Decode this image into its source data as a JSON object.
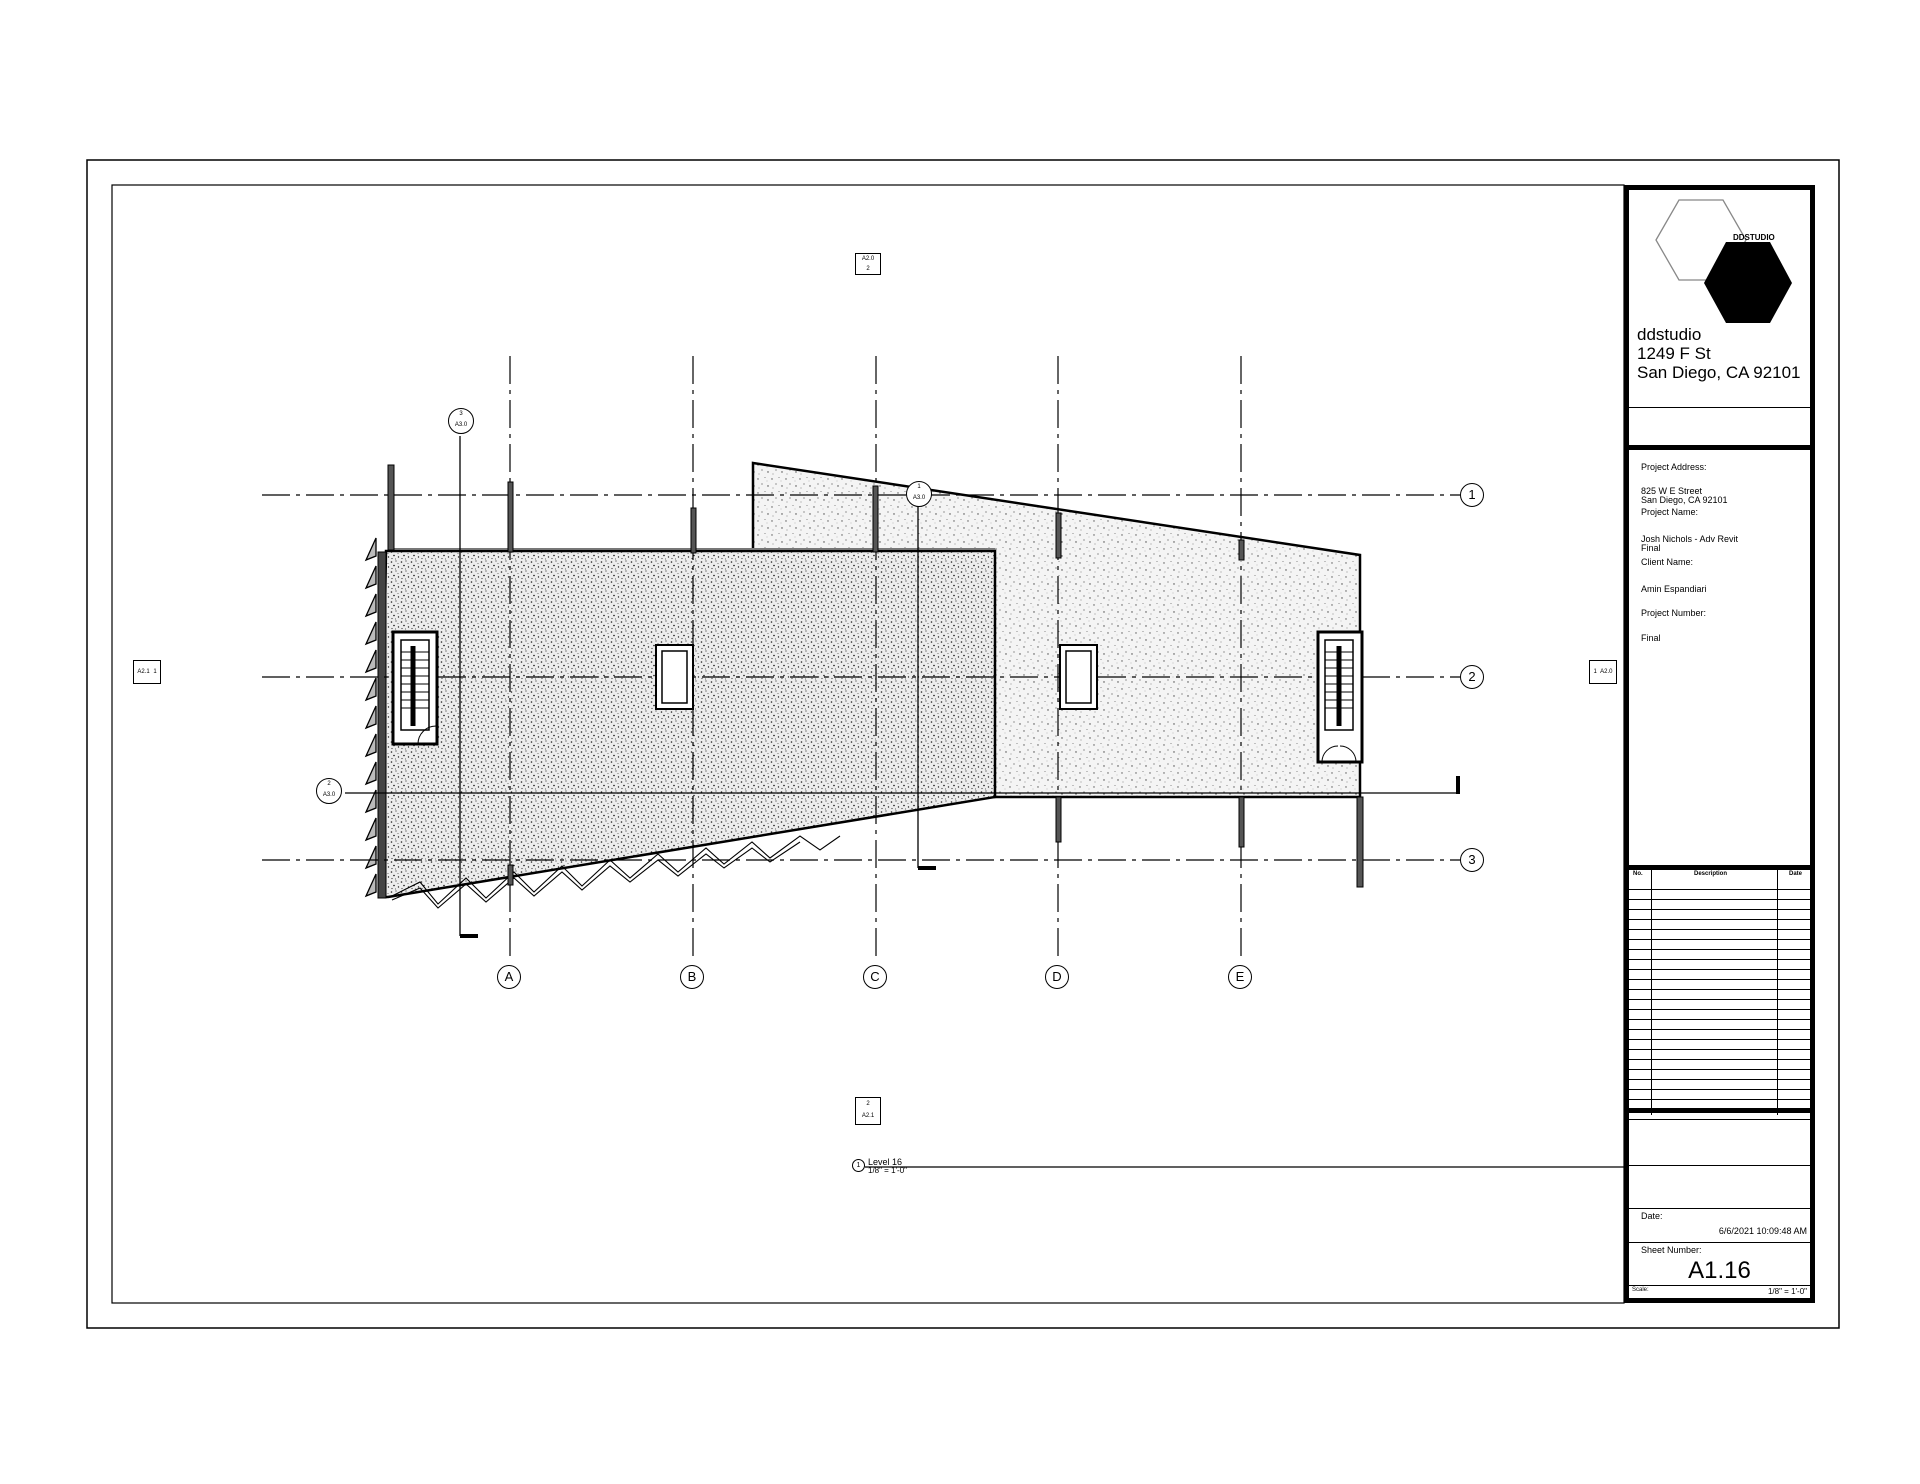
{
  "drawing": {
    "grid_columns": [
      "A",
      "B",
      "C",
      "D",
      "E"
    ],
    "grid_rows": [
      "1",
      "2",
      "3"
    ],
    "elevation_tags": [
      {
        "ref": "A2.0",
        "num": "2"
      },
      {
        "ref": "A2.1",
        "num": "1"
      },
      {
        "ref": "A2.0",
        "num": "1"
      },
      {
        "ref": "A2.1",
        "num": "2"
      }
    ],
    "section_tags": [
      {
        "ref": "A3.0",
        "num": "3"
      },
      {
        "ref": "A3.0",
        "num": "2"
      },
      {
        "ref": "A3.0",
        "num": "1"
      }
    ],
    "view_title": {
      "number": "1",
      "name": "Level 16",
      "scale": "1/8\" = 1'-0\""
    }
  },
  "title_block": {
    "logo_text": "DDSTUDIO",
    "firm_name": "ddstudio",
    "firm_street": "1249 F St",
    "firm_city": "San Diego, CA 92101",
    "project_address_label": "Project Address:",
    "project_address_line1": "825 W E Street",
    "project_address_line2": "San Diego, CA 92101",
    "project_name_label": "Project Name:",
    "project_name_line1": "Josh Nichols - Adv Revit",
    "project_name_line2": "Final",
    "client_name_label": "Client Name:",
    "client_name": "Amin Espandiari",
    "project_number_label": "Project Number:",
    "project_number": "Final",
    "revision_headers": {
      "no": "No.",
      "description": "Description",
      "date": "Date"
    },
    "date_label": "Date:",
    "date_value": "6/6/2021 10:09:48 AM",
    "sheet_number_label": "Sheet Number:",
    "sheet_number": "A1.16",
    "scale_label": "Scale:",
    "scale_value": "1/8\" = 1'-0\""
  },
  "colors": {
    "ink": "#000000",
    "paper": "#ffffff",
    "hatch_light": "#f2f2f2",
    "hatch_dark": "#ebebeb"
  }
}
